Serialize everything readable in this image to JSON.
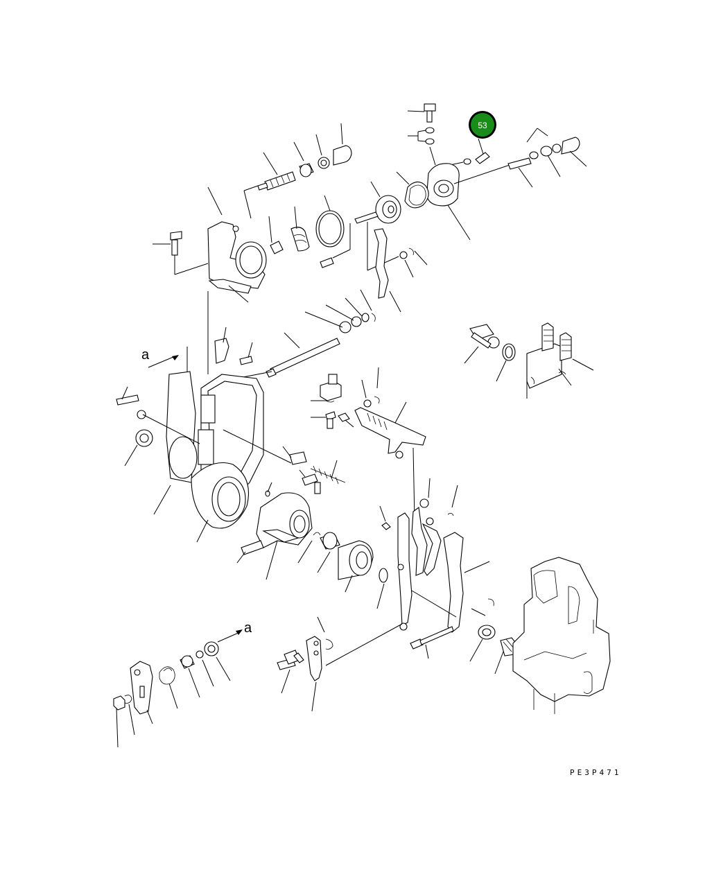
{
  "diagram": {
    "drawing_code": "PE3P471",
    "view_marker": "a",
    "callout": {
      "number": "53",
      "color": "#1a8c1a",
      "ring_color": "#000000"
    }
  }
}
